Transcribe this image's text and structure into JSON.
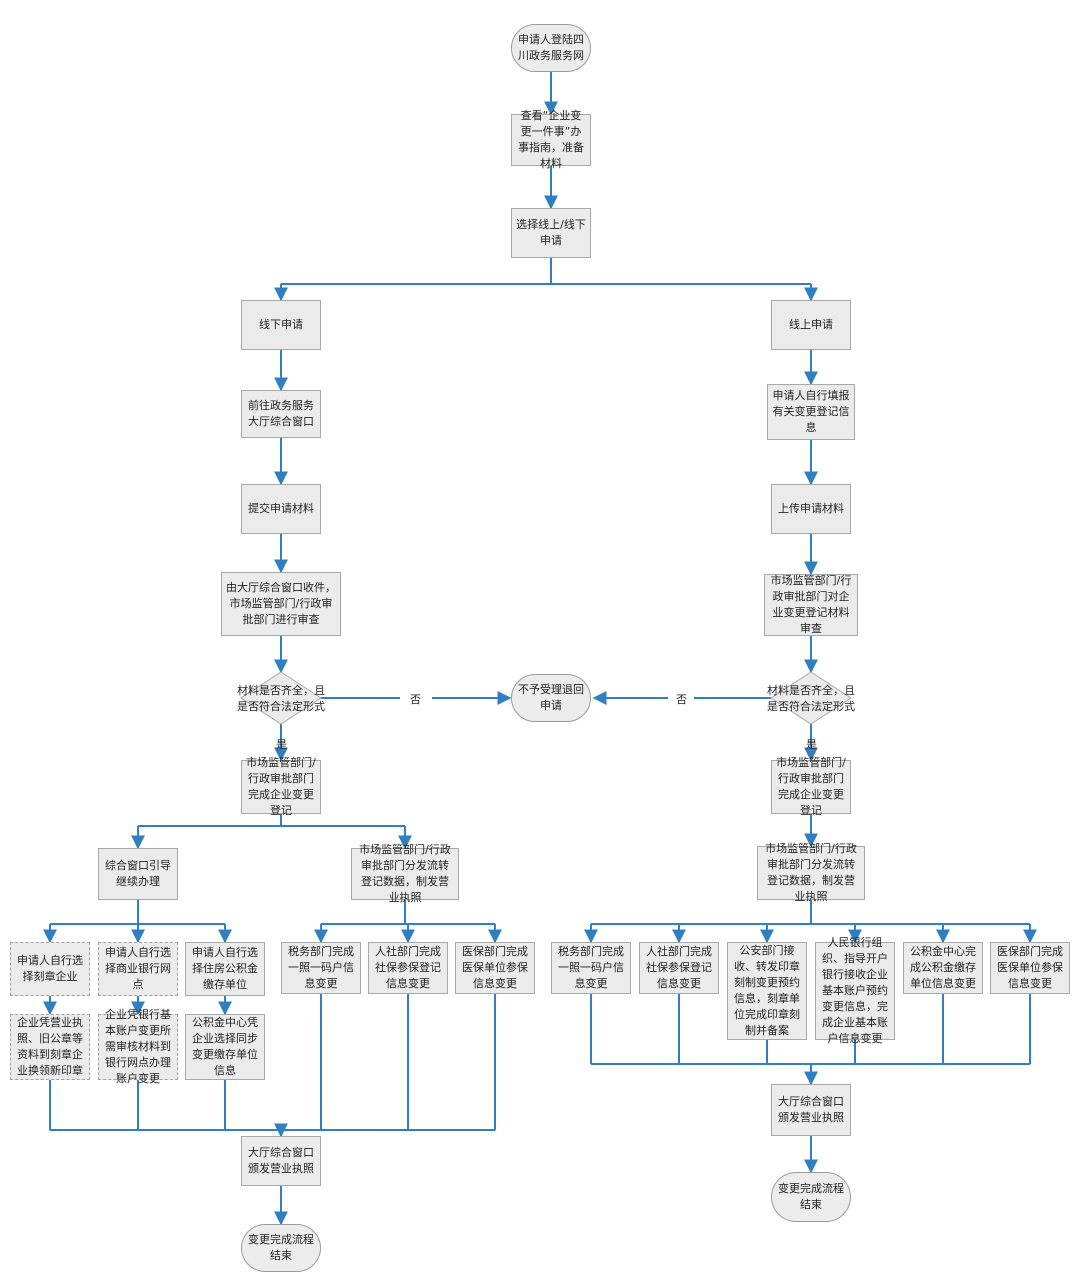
{
  "nodes": {
    "start": "申请人登陆四川政务服务网",
    "guide": "查看“企业变更一件事”办事指南，准备材料",
    "choose": "选择线上/线下申请",
    "offline": "线下申请",
    "online": "线上申请",
    "go_hall": "前往政务服务大厅综合窗口",
    "submit": "提交申请材料",
    "hall_receive": "由大厅综合窗口收件，市场监管部门/行政审批部门进行审查",
    "fill_info": "申请人自行填报有关变更登记信息",
    "upload": "上传申请材料",
    "market_review": "市场监管部门/行政审批部门对企业变更登记材料审查",
    "decision_left": "材料是否齐全，且是否符合法定形式",
    "decision_right": "材料是否齐全，且是否符合法定形式",
    "reject": "不予受理退回申请",
    "complete_left": "市场监管部门/行政审批部门完成企业变更登记",
    "complete_right": "市场监管部门/行政审批部门完成企业变更登记",
    "window_guide": "综合窗口引导继续办理",
    "dist_left": "市场监管部门/行政审批部门分发流转登记数据，制发营业执照",
    "dist_right": "市场监管部门/行政审批部门分发流转登记数据，制发营业执照",
    "seal_choose": "申请人自行选择刻章企业",
    "bank_choose": "申请人自行选择商业银行网点",
    "fund_choose": "申请人自行选择住房公积金缴存单位",
    "seal_do": "企业凭营业执照、旧公章等资料到刻章企业换领新印章",
    "bank_do": "企业凭银行基本账户变更所需审核材料到银行网点办理账户变更",
    "fund_do": "公积金中心凭企业选择同步变更缴存单位信息",
    "tax_l": "税务部门完成一照一码户信息变更",
    "hr_l": "人社部门完成社保参保登记信息变更",
    "med_l": "医保部门完成医保单位参保信息变更",
    "tax_r": "税务部门完成一照一码户信息变更",
    "hr_r": "人社部门完成社保参保登记信息变更",
    "police_r": "公安部门接收、转发印章刻制变更预约信息，刻章单位完成印章刻制并备案",
    "pbc_r": "人民银行组织、指导开户银行接收企业基本账户预约变更信息，完成企业基本账户信息变更",
    "fund_r": "公积金中心完成公积金缴存单位信息变更",
    "med_r": "医保部门完成医保单位参保信息变更",
    "issue_left": "大厅综合窗口颁发营业执照",
    "issue_right": "大厅综合窗口颁发营业执照",
    "end_left": "变更完成流程结束",
    "end_right": "变更完成流程结束"
  },
  "labels": {
    "no": "否",
    "yes": "是"
  },
  "colors": {
    "line": "#2f7fc1",
    "box_fill": "#ebebeb",
    "box_border": "#a8a8a8"
  }
}
